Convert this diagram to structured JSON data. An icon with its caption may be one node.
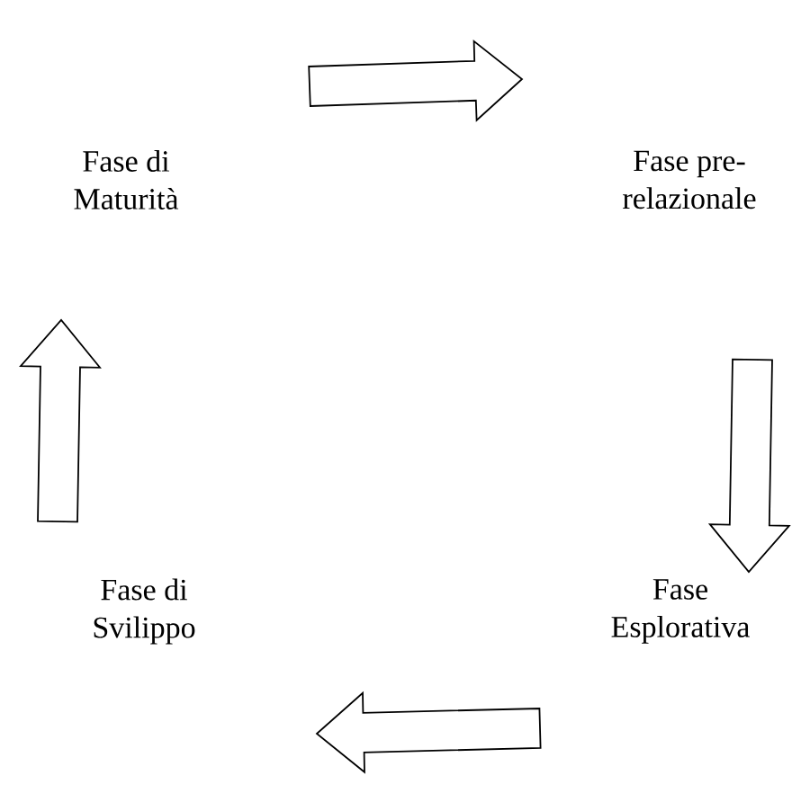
{
  "diagram": {
    "nodes": [
      {
        "text": [
          "Fase di Maturità"
        ]
      },
      {
        "text": [
          "Fase pre-relazionale"
        ]
      },
      {
        "text": [
          "Fase Esplorativa"
        ]
      },
      {
        "text": [
          "Fase di Svilippo"
        ]
      }
    ],
    "edges": [
      {
        "from": 0,
        "to": 1,
        "arrow": "to"
      },
      {
        "from": 1,
        "to": 2,
        "arrow": "to"
      },
      {
        "from": 2,
        "to": 3,
        "arrow": "to"
      },
      {
        "from": 3,
        "to": 0,
        "arrow": "to"
      }
    ]
  }
}
